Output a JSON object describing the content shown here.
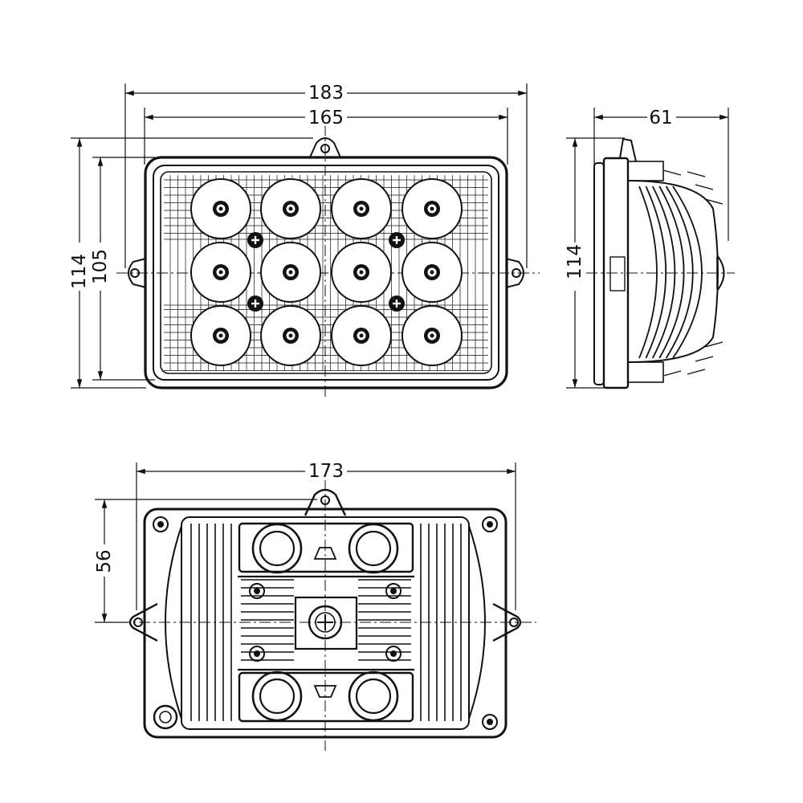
{
  "drawing": {
    "front_view": {
      "width_overall": "183",
      "width_lens": "165",
      "height_overall": "114",
      "height_lens": "105"
    },
    "side_view": {
      "depth": "61",
      "height": "114"
    },
    "rear_view": {
      "width": "173",
      "mount_offset": "56"
    }
  },
  "colors": {
    "line": "#111111",
    "background": "#ffffff"
  }
}
